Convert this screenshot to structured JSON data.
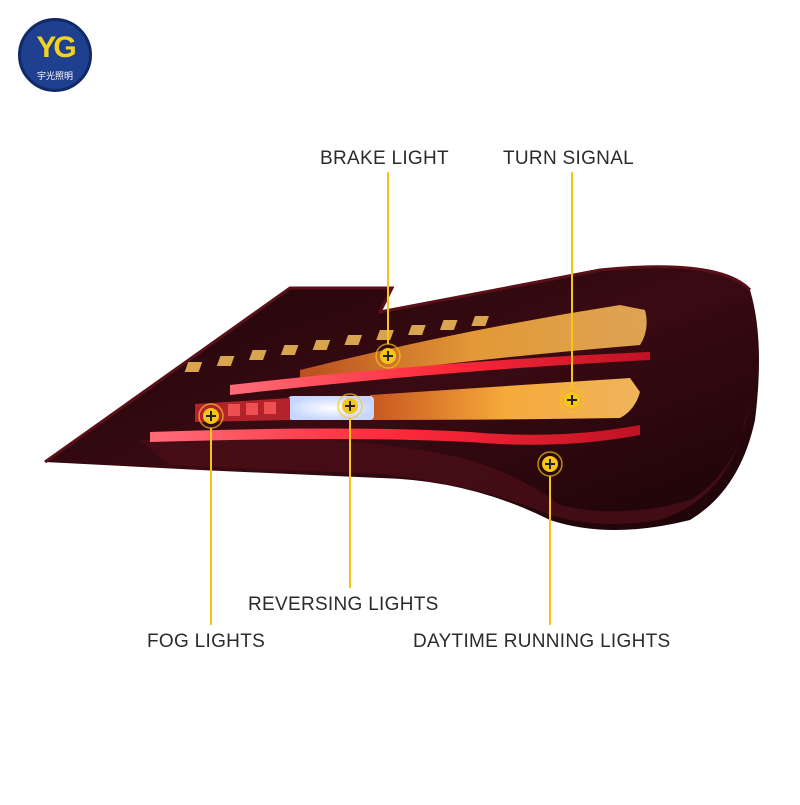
{
  "logo": {
    "mark": "YG",
    "caption": "宇光照明",
    "bg_color": "#1f3f8f",
    "mark_color": "#f2d21c"
  },
  "callouts": {
    "brake_light": "BRAKE LIGHT",
    "turn_signal": "TURN SIGNAL",
    "reversing_lights": "REVERSING LIGHTS",
    "fog_lights": "FOG LIGHTS",
    "daytime_running_lights": "DAYTIME RUNNING LIGHTS"
  },
  "colors": {
    "callout_line": "#f5c518",
    "marker_fill": "#f5c518",
    "lamp_housing": "#2a0a0e",
    "led_red": "#e8283a",
    "led_amber": "#f2a531"
  }
}
